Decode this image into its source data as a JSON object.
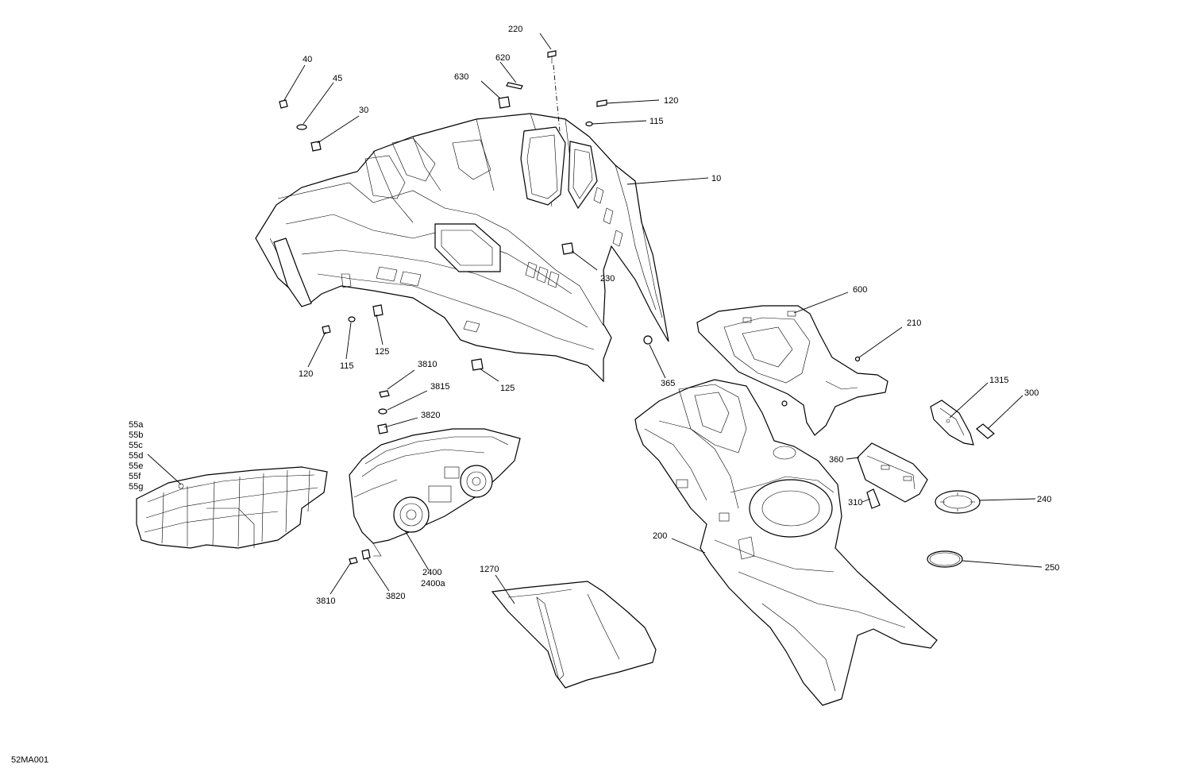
{
  "diagram": {
    "id_code": "52MA001",
    "callouts": {
      "c220": "220",
      "c620": "620",
      "c630": "630",
      "c40": "40",
      "c45": "45",
      "c30": "30",
      "c120_top": "120",
      "c115_top": "115",
      "c10": "10",
      "c230": "230",
      "c600": "600",
      "c210": "210",
      "c120_bot": "120",
      "c115_bot": "115",
      "c125_a": "125",
      "c125_b": "125",
      "c365": "365",
      "c3810_top": "3810",
      "c3815": "3815",
      "c3820_top": "3820",
      "c1315": "1315",
      "c300": "300",
      "c360": "360",
      "c310": "310",
      "c240": "240",
      "c200": "200",
      "c250": "250",
      "c2400": "2400",
      "c2400a": "2400a",
      "c3810_bot": "3810",
      "c3820_bot": "3820",
      "c1270": "1270"
    },
    "grille_callouts": [
      "55a",
      "55b",
      "55c",
      "55d",
      "55e",
      "55f",
      "55g"
    ]
  }
}
